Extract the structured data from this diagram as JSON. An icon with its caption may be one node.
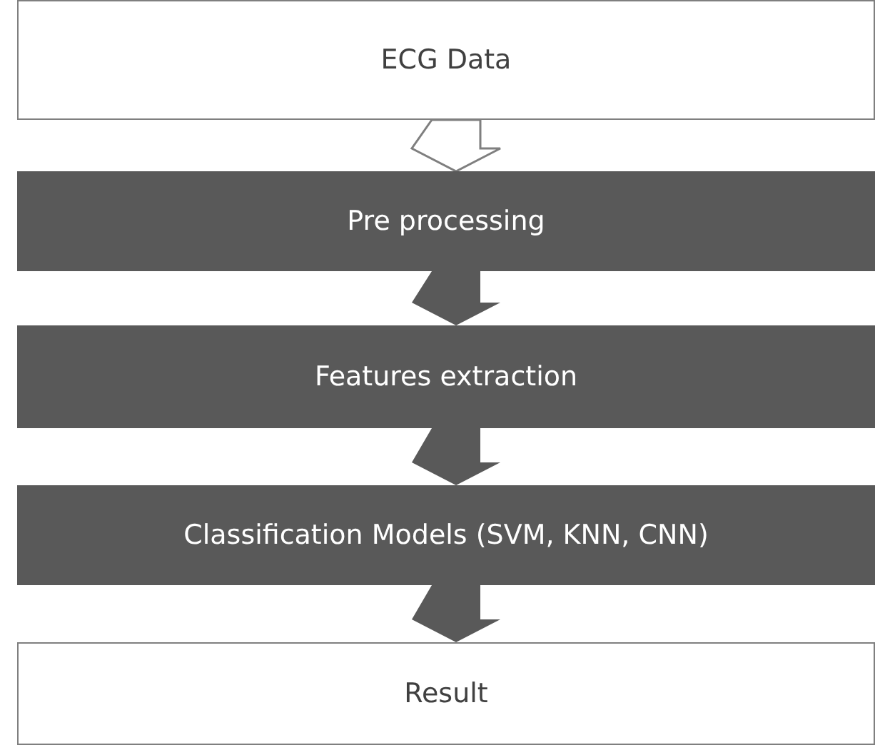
{
  "diagram": {
    "nodes": [
      {
        "text": [
          "ECG Data"
        ]
      },
      {
        "text": [
          "Pre processing"
        ]
      },
      {
        "text": [
          "Features extraction"
        ]
      },
      {
        "text": [
          "Classification Models (SVM, KNN, CNN)"
        ]
      },
      {
        "text": [
          "Result"
        ]
      }
    ],
    "edges": [
      {
        "from": 0,
        "to": 1,
        "arrow": "to",
        "color": "#ffffff"
      },
      {
        "from": 1,
        "to": 2,
        "arrow": "to"
      },
      {
        "from": 2,
        "to": 3,
        "arrow": "to"
      },
      {
        "from": 3,
        "to": 4,
        "arrow": "to"
      }
    ]
  }
}
